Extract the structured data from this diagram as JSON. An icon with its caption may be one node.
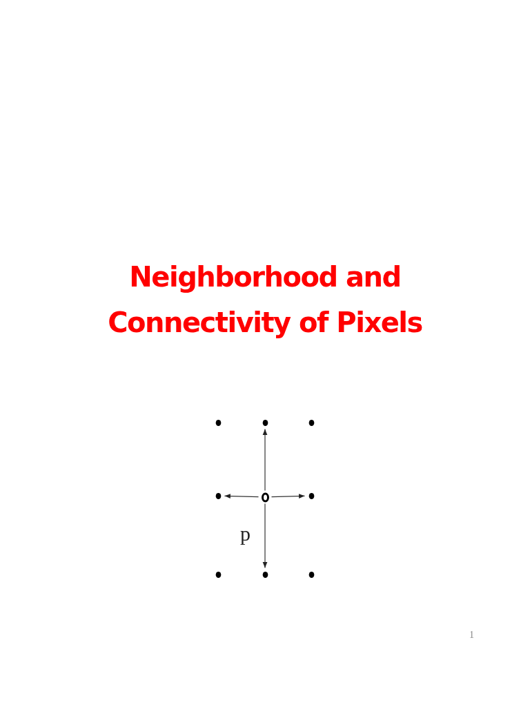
{
  "diagram": {
    "title": "Neighborhood and Connectivity of Pixels",
    "nodes": [
      {
        "text": [],
        "shape": "circle"
      },
      {
        "text": [],
        "shape": "circle"
      },
      {
        "text": [],
        "shape": "circle"
      },
      {
        "text": [],
        "shape": "circle"
      },
      {
        "text": [],
        "shape": "circle",
        "beside": [
          "p"
        ]
      },
      {
        "text": [],
        "shape": "circle"
      },
      {
        "text": [],
        "shape": "circle"
      },
      {
        "text": [],
        "shape": "circle"
      },
      {
        "text": [],
        "shape": "circle"
      }
    ],
    "edges": [
      {
        "from": 4,
        "to": 1,
        "arrow": "to"
      },
      {
        "from": 4,
        "to": 3,
        "arrow": "to"
      },
      {
        "from": 4,
        "to": 5,
        "arrow": "to"
      },
      {
        "from": 4,
        "to": 7,
        "arrow": "to"
      }
    ],
    "labels": [
      "1"
    ]
  }
}
